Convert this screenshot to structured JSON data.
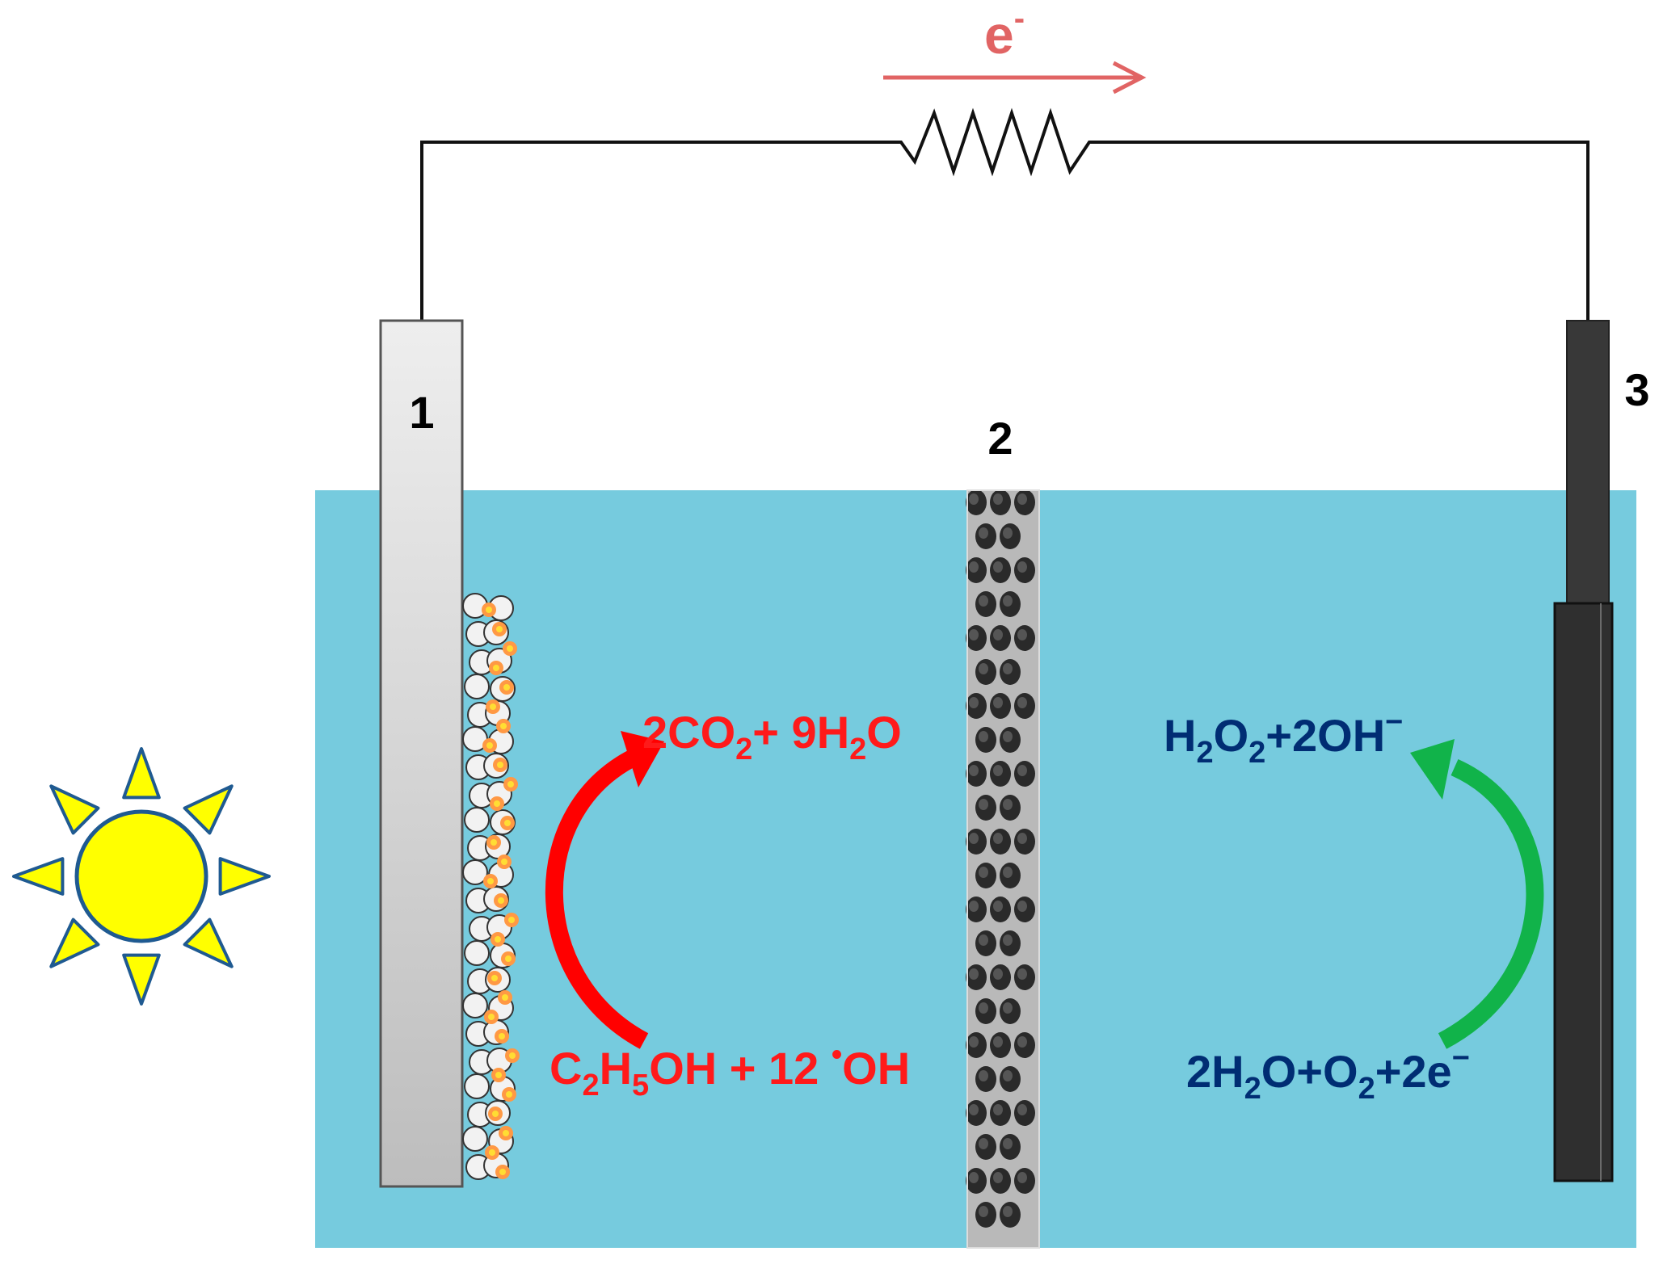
{
  "colors": {
    "background": "#ffffff",
    "electrolyte": "#76cbde",
    "anode_light": "#eeeeee",
    "anode_dark": "#bdbdbd",
    "cathode": "#383838",
    "wire": "#111111",
    "electron_arrow": "#e16464",
    "anode_reaction": "#ff1a1a",
    "cathode_reaction": "#002d73",
    "anode_arrow": "#ff0000",
    "cathode_arrow": "#11b34a",
    "sun_fill": "#ffff00",
    "sun_stroke": "#1f5a91",
    "particle_white": "#f2f2f2",
    "particle_orange": "#ff9944"
  },
  "labels": {
    "electron": {
      "base": "e",
      "sup": "-"
    },
    "anode_number": "1",
    "membrane_number": "2",
    "cathode_number": "3"
  },
  "reactions": {
    "anode_product": [
      {
        "t": "2CO"
      },
      {
        "t": "2",
        "sub": true
      },
      {
        "t": "+ 9H"
      },
      {
        "t": "2",
        "sub": true
      },
      {
        "t": "O"
      }
    ],
    "anode_reactant": [
      {
        "t": "C"
      },
      {
        "t": "2",
        "sub": true
      },
      {
        "t": "H"
      },
      {
        "t": "5",
        "sub": true
      },
      {
        "t": "OH + 12 "
      },
      {
        "t": "•",
        "sup": true
      },
      {
        "t": "OH"
      }
    ],
    "cathode_product": [
      {
        "t": "H"
      },
      {
        "t": "2",
        "sub": true
      },
      {
        "t": "O"
      },
      {
        "t": "2",
        "sub": true
      },
      {
        "t": "+2OH"
      },
      {
        "t": "−",
        "sup": true
      }
    ],
    "cathode_reactant": [
      {
        "t": "2H"
      },
      {
        "t": "2",
        "sub": true
      },
      {
        "t": "O+O"
      },
      {
        "t": "2",
        "sub": true
      },
      {
        "t": "+2e"
      },
      {
        "t": "−",
        "sup": true
      }
    ]
  },
  "icons": {
    "sun": "sun-icon",
    "resistor": "resistor-symbol",
    "membrane": "porous-membrane-texture"
  }
}
